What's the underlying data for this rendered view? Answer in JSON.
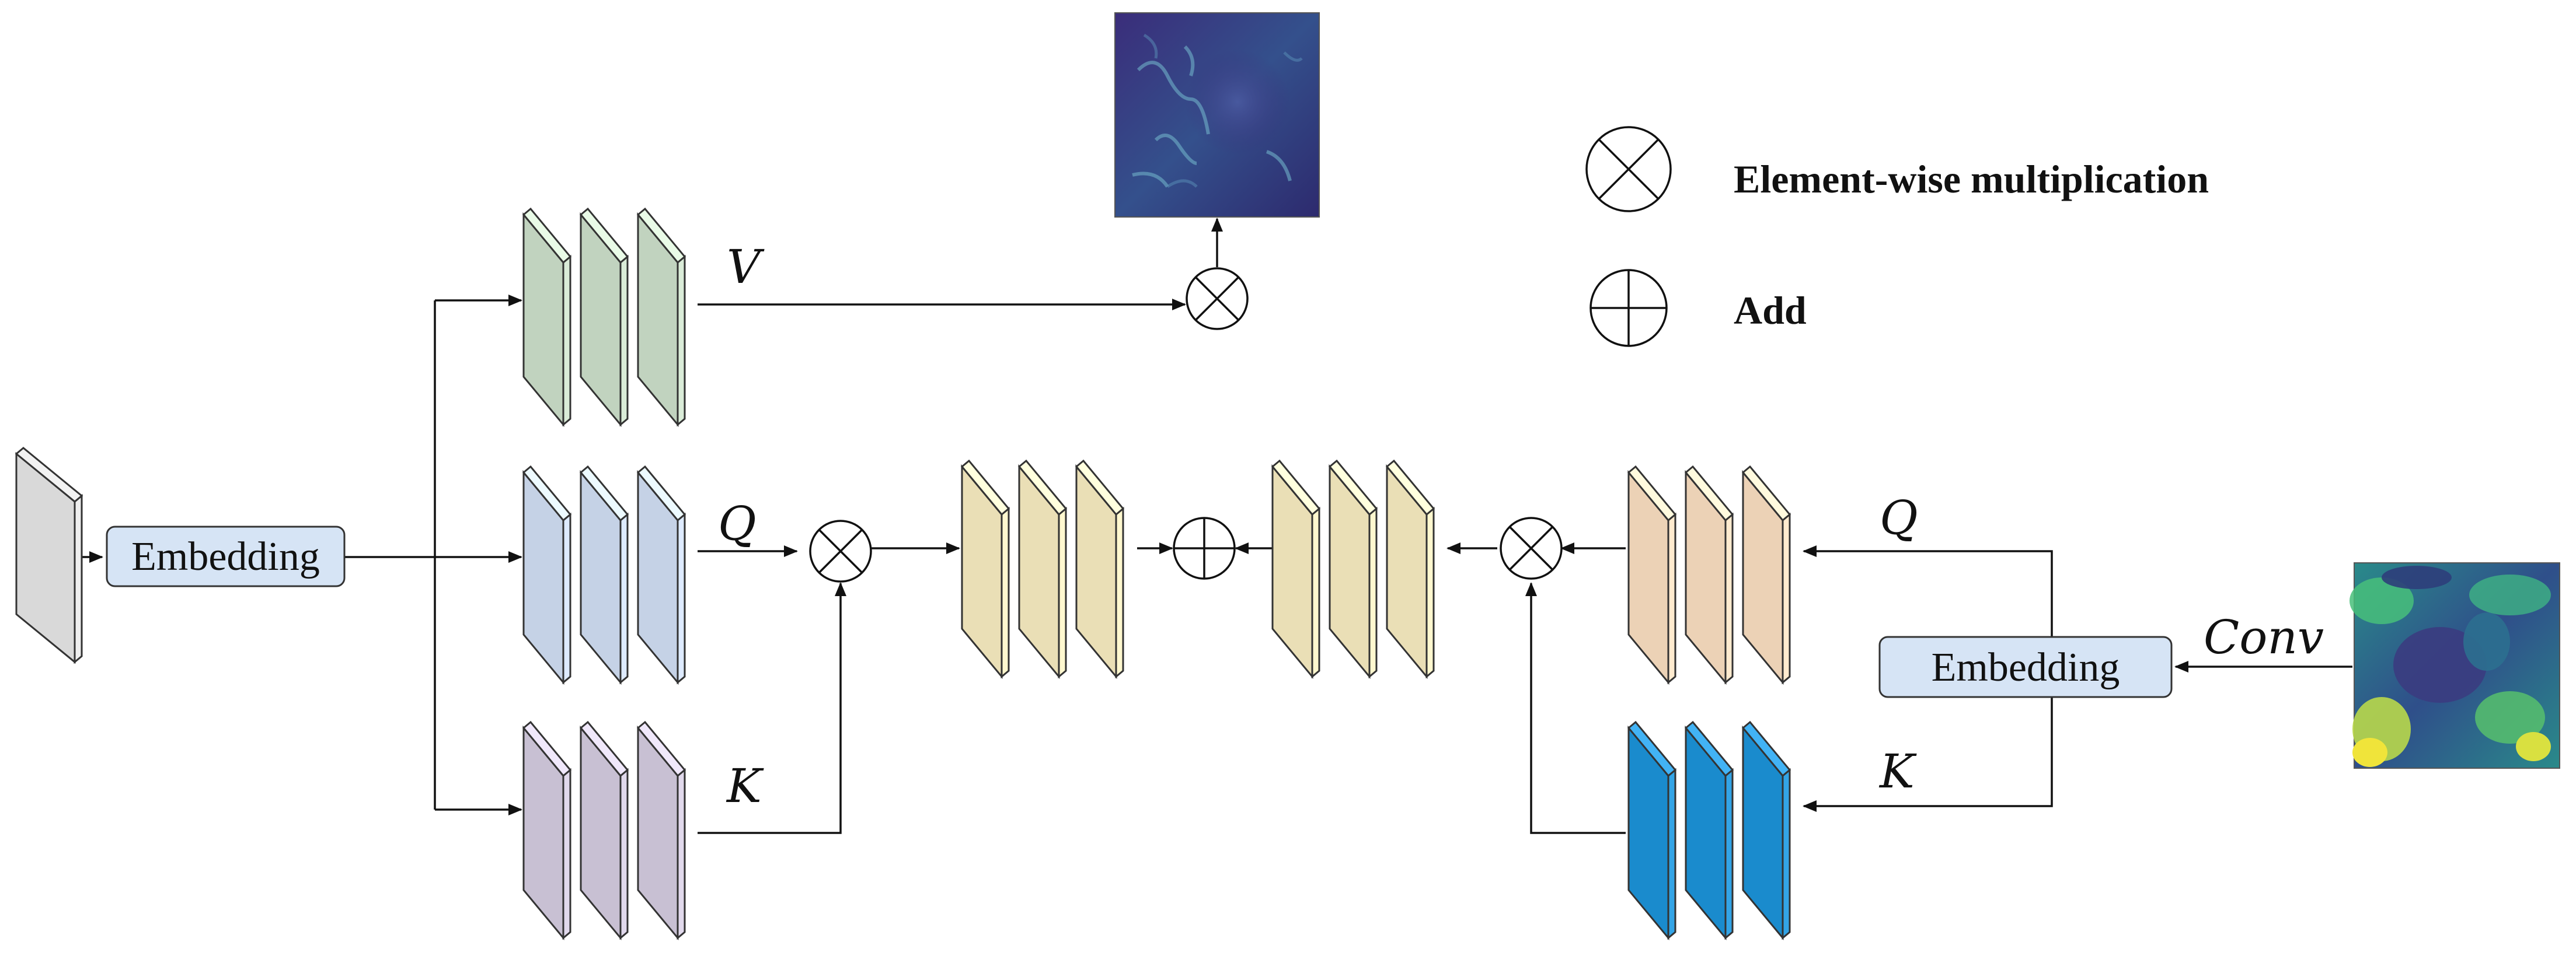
{
  "labels": {
    "v": "V",
    "q_left": "Q",
    "k_left": "K",
    "q_right": "Q",
    "k_right": "K",
    "conv": "Conv",
    "embedding_left": "Embedding",
    "embedding_right": "Embedding"
  },
  "legend": {
    "multiply": "Element-wise multiplication",
    "add": "Add"
  },
  "colors": {
    "input": "#d9d9d9",
    "v": "#c1d3bf",
    "q": "#c5d2e6",
    "k": "#c8c0d3",
    "merged": "#eadfb6",
    "q_right": "#ecd2b6",
    "k_right": "#1a8bcd",
    "embedding_box": "#d6e4f5",
    "line": "#111111"
  }
}
